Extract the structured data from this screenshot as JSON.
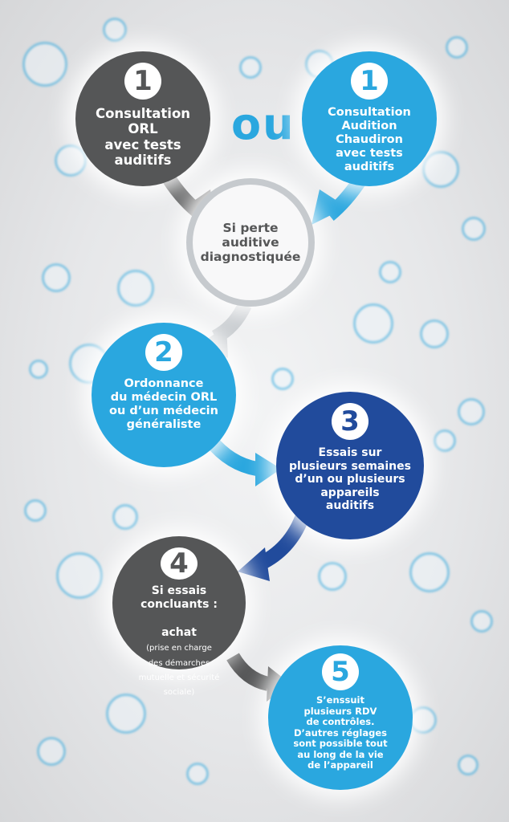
{
  "colors": {
    "dark_grey": "#555657",
    "light_blue": "#2aa7df",
    "dark_blue": "#214b9c",
    "light_grey": "#c6cace",
    "white": "#ffffff"
  },
  "icon_name": "ear-icon",
  "separator": "ou",
  "steps": {
    "s1a": {
      "number": "1",
      "text": "Consultation\nORL\navec tests\nauditifs"
    },
    "s1b": {
      "number": "1",
      "text": "Consultation\nAudition\nChaudiron\navec tests\nauditifs"
    },
    "s_diag": {
      "text": "Si perte\nauditive\ndiagnostiquée"
    },
    "s2": {
      "number": "2",
      "text": "Ordonnance\ndu médecin ORL\nou d’un médecin\ngénéraliste"
    },
    "s3": {
      "number": "3",
      "text": "Essais sur\nplusieurs semaines\nd’un ou plusieurs\nappareils\nauditifs"
    },
    "s4": {
      "number": "4",
      "text_bold": "Si essais\nconcluants :",
      "text_bold2": "achat",
      "text_small": "(prise en charge\ndes démarches\nmutuelle et sécurité\nsociale)"
    },
    "s5": {
      "number": "5",
      "text": "S’enssuit\nplusieurs RDV\nde contrôles.\nD’autres réglages\nsont possible tout\nau long de la vie\nde l’appareil"
    }
  }
}
